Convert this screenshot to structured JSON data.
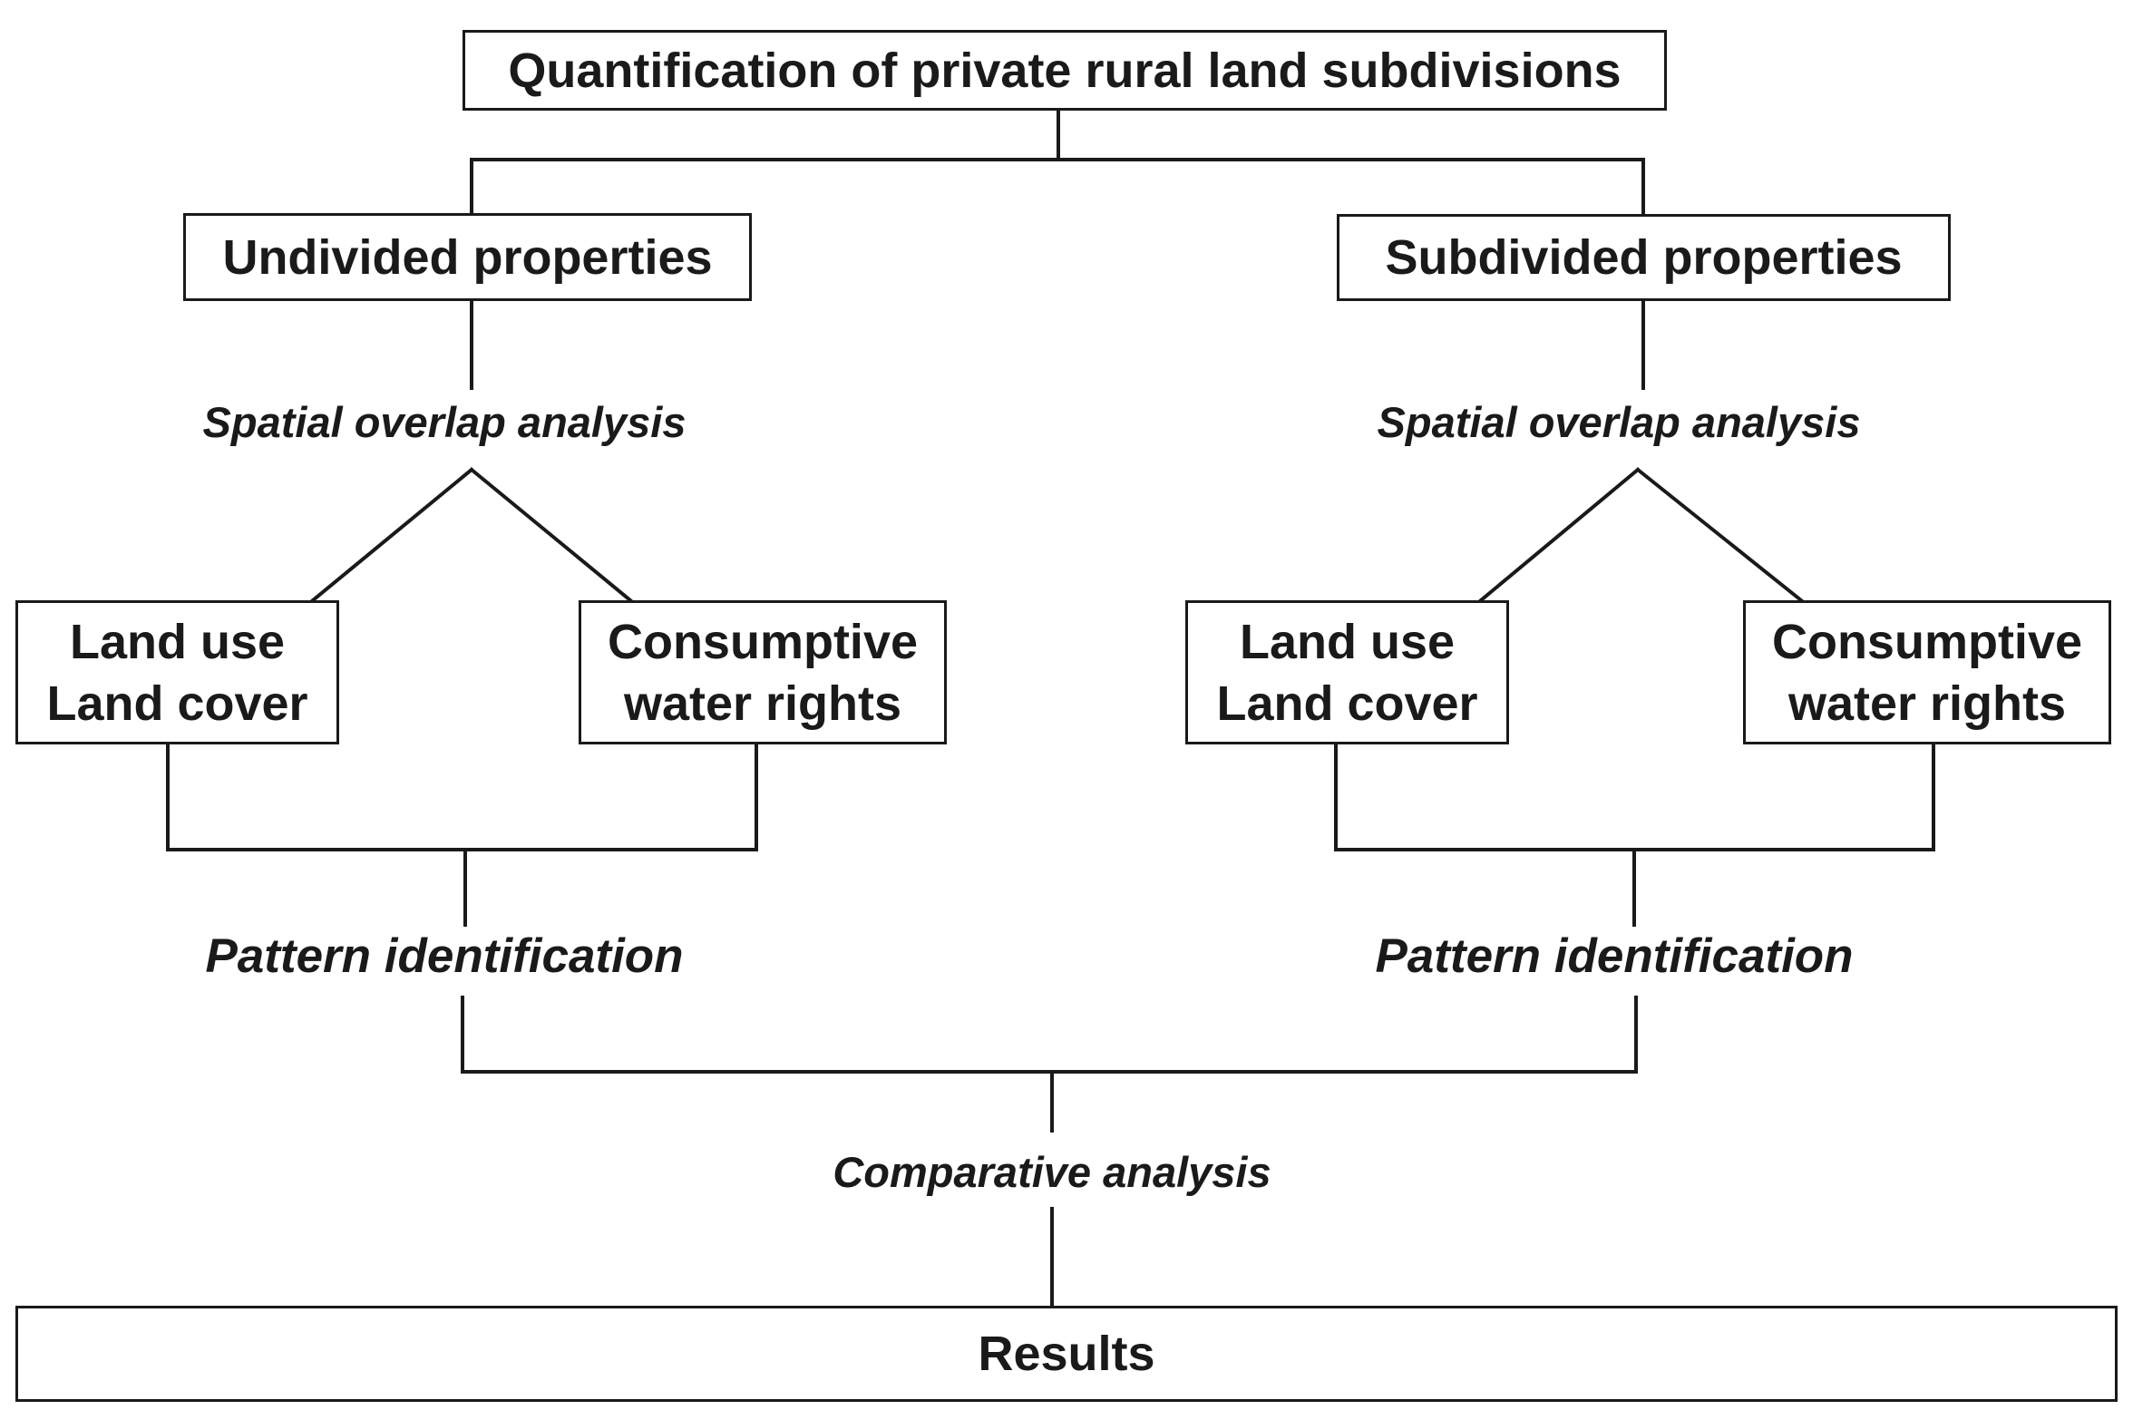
{
  "diagram": {
    "root": "Quantification of private rural land subdivisions",
    "left": {
      "category": "Undivided properties",
      "method": "Spatial overlap analysis",
      "landuse": [
        "Land use",
        "Land cover"
      ],
      "water": [
        "Consumptive",
        "water rights"
      ],
      "pattern": "Pattern identification"
    },
    "right": {
      "category": "Subdivided properties",
      "method": "Spatial overlap analysis",
      "landuse": [
        "Land use",
        "Land cover"
      ],
      "water": [
        "Consumptive",
        "water rights"
      ],
      "pattern": "Pattern identification"
    },
    "comparison": "Comparative analysis",
    "result": "Results"
  },
  "colors": {
    "line": "#1a1a1a",
    "box_fill": "#ffffff",
    "text": "#1a1a1a"
  }
}
